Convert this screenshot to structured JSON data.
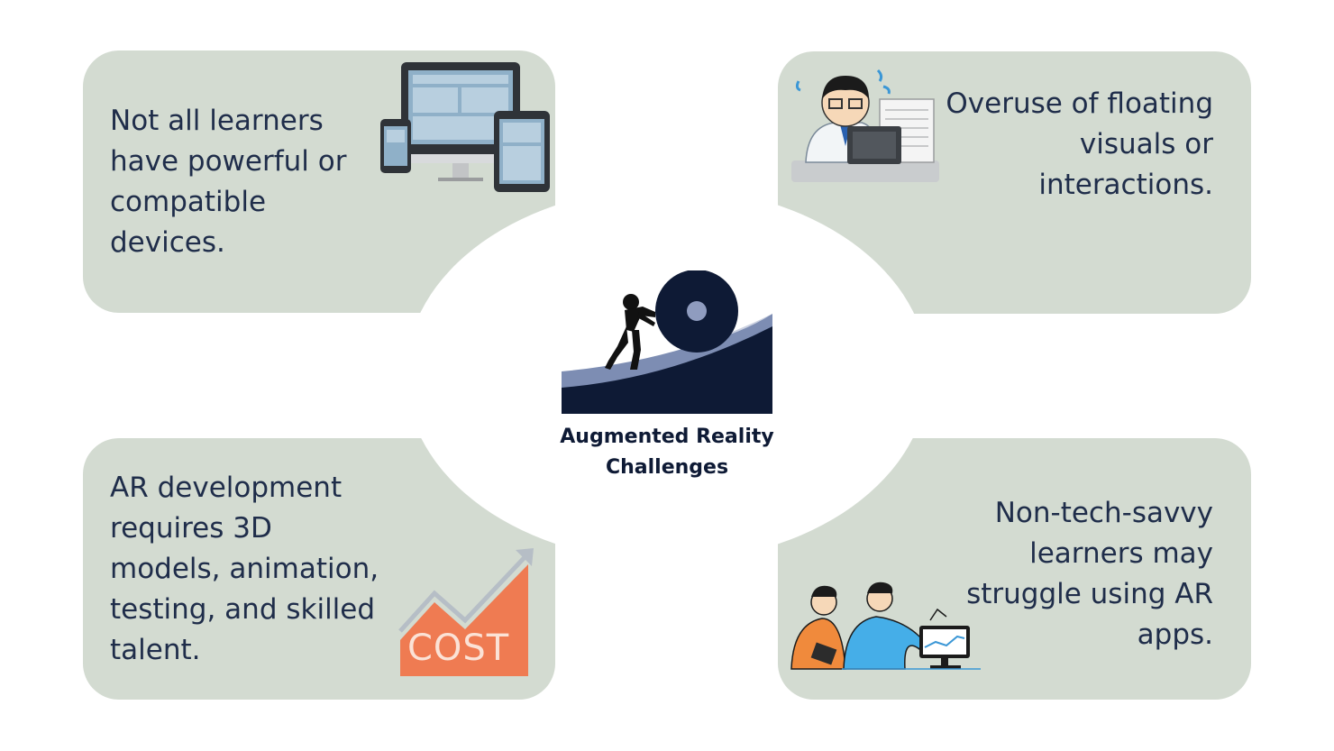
{
  "center": {
    "title_line1": "Augmented Reality",
    "title_line2": "Challenges",
    "icon": "person-pushing-boulder-uphill-icon"
  },
  "cards": {
    "top_left": {
      "text": "Not all learners have powerful or compatible devices.",
      "icon": "devices-icon"
    },
    "top_right": {
      "text": "Overuse of floating visuals or interactions.",
      "icon": "overwhelmed-worker-icon"
    },
    "bottom_left": {
      "text": "AR development requires 3D models, animation, testing, and skilled talent.",
      "icon": "cost-rising-chart-icon",
      "icon_label": "COST"
    },
    "bottom_right": {
      "text": "Non-tech-savvy learners may struggle using AR apps.",
      "icon": "people-with-computer-icon"
    }
  },
  "colors": {
    "card": "#d3dbd1",
    "text": "#1f2d4a",
    "navy": "#0e1a35",
    "cost_orange": "#ef7b52",
    "screen_blue": "#8fb0c8"
  }
}
